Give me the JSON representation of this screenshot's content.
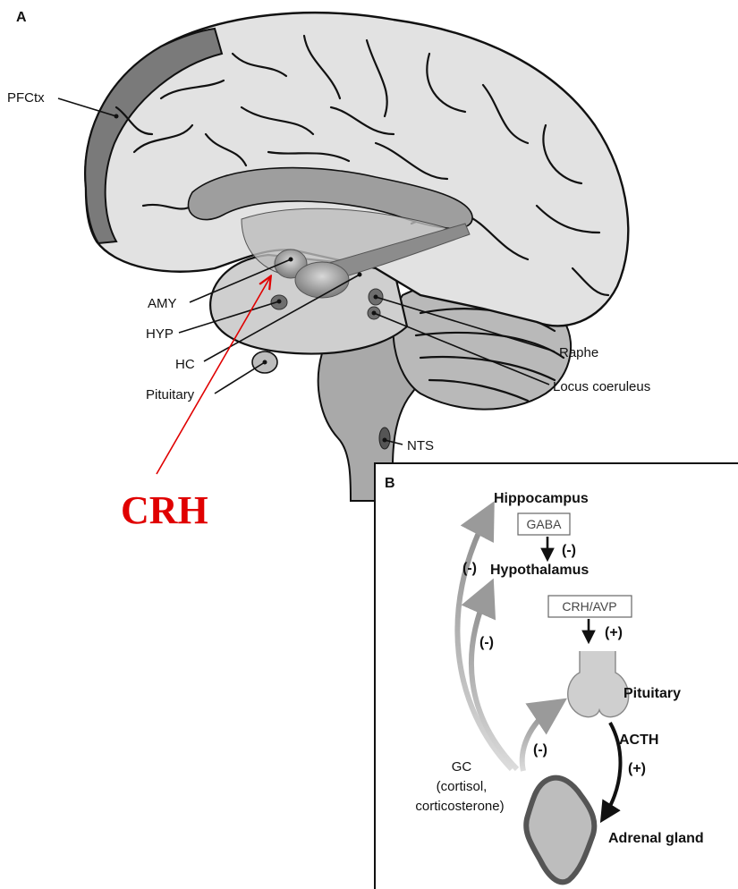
{
  "panel_a": {
    "letter": "A",
    "labels": {
      "pfctx": "PFCtx",
      "amy": "AMY",
      "hyp": "HYP",
      "hc": "HC",
      "pituitary": "Pituitary",
      "raphe": "Raphe",
      "locus": "Locus coeruleus",
      "nts": "NTS"
    },
    "annotation": "CRH",
    "annotation_color": "#e00000"
  },
  "panel_b": {
    "letter": "B",
    "hippocampus": "Hippocampus",
    "gaba": "GABA",
    "gaba_sign": "(-)",
    "hypothalamus": "Hypothalamus",
    "crh_avp": "CRH/AVP",
    "crh_sign": "(+)",
    "pituitary": "Pituitary",
    "acth": "ACTH",
    "acth_sign": "(+)",
    "adrenal": "Adrenal gland",
    "gc_line1": "GC",
    "gc_line2": "(cortisol,",
    "gc_line3": "corticosterone)",
    "fb_hippo_sign": "(-)",
    "fb_hypo_sign": "(-)",
    "fb_pit_sign": "(-)"
  }
}
